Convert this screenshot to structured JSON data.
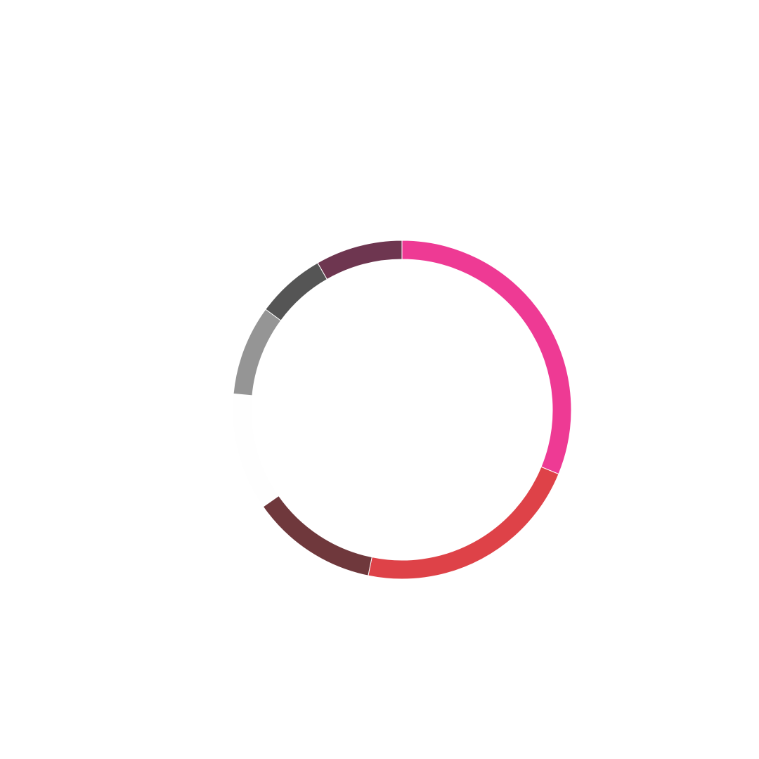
{
  "chart_data": {
    "type": "pie",
    "variant": "donut",
    "start": "top",
    "direction": "clockwise",
    "title": "",
    "legend": "none",
    "slices": [
      {
        "value": 31.2,
        "color": "#ee3a94"
      },
      {
        "value": 22.0,
        "color": "#de4248"
      },
      {
        "value": 12.1,
        "color": "#6f383c"
      },
      {
        "value": 11.2,
        "color": "#fefefe"
      },
      {
        "value": 8.6,
        "color": "#959595"
      },
      {
        "value": 6.6,
        "color": "#555555"
      },
      {
        "value": 8.3,
        "color": "#6e3650"
      }
    ]
  }
}
